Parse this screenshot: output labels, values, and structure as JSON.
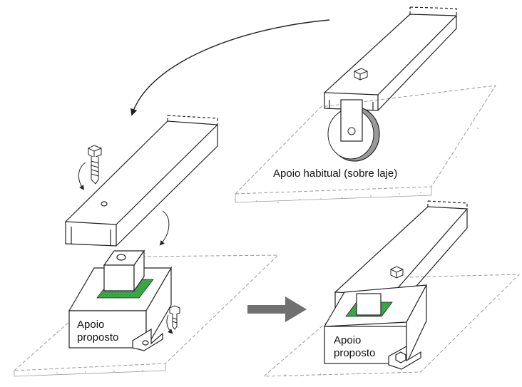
{
  "labels": {
    "current_support": "Apoio habitual (sobre laje)",
    "proposed_before_line1": "Apoio",
    "proposed_before_line2": "proposto",
    "proposed_after_line1": "Apoio",
    "proposed_after_line2": "proposto"
  },
  "colors": {
    "pad_green": "#3fb04c",
    "wheel_gray": "#9a9a9a",
    "arrow_gray": "#707070",
    "line": "#222222",
    "slab_dash": "#9a9a9a"
  },
  "icons": [
    "bolt-icon",
    "wheel-icon",
    "curved-arrow-icon",
    "right-arrow-icon"
  ]
}
